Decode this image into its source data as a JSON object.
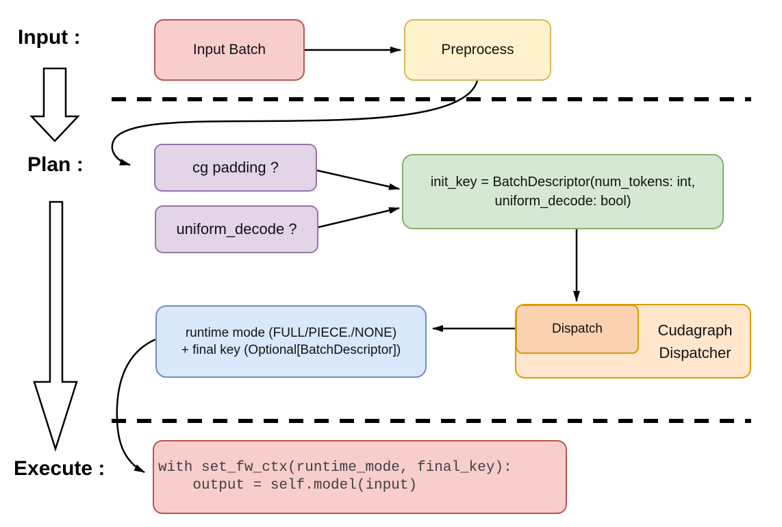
{
  "sections": {
    "input_label": "Input :",
    "plan_label": "Plan :",
    "execute_label": "Execute :"
  },
  "nodes": {
    "input_batch": "Input Batch",
    "preprocess": "Preprocess",
    "cg_padding": "cg padding ?",
    "uniform_decode": "uniform_decode ?",
    "init_key_line1": "init_key = BatchDescriptor(num_tokens: int,",
    "init_key_line2": "uniform_decode: bool)",
    "runtime_line1": "runtime mode (FULL/PIECE./NONE)",
    "runtime_line2": "+ final key (Optional[BatchDescriptor])",
    "dispatch": "Dispatch",
    "dispatcher_line1": "Cudagraph",
    "dispatcher_line2": "Dispatcher",
    "code_line1": "with set_fw_ctx(runtime_mode, final_key):",
    "code_line2": "    output = self.model(input)"
  },
  "colors": {
    "pink_fill": "#F8CECC",
    "pink_stroke": "#B85450",
    "yellow_fill": "#FFF2CC",
    "yellow_stroke": "#D6B656",
    "purple_fill": "#E1D5E7",
    "purple_stroke": "#9673A6",
    "green_fill": "#D5E8D4",
    "green_stroke": "#82B366",
    "blue_fill": "#DAE8FC",
    "blue_stroke": "#6C8EBF",
    "orange_outer_fill": "#FFE6CC",
    "orange_inner_fill": "#FBD2B1",
    "orange_stroke": "#D79B00",
    "connector": "#000000",
    "code_text": "#404040",
    "background": "#FFFFFF"
  }
}
